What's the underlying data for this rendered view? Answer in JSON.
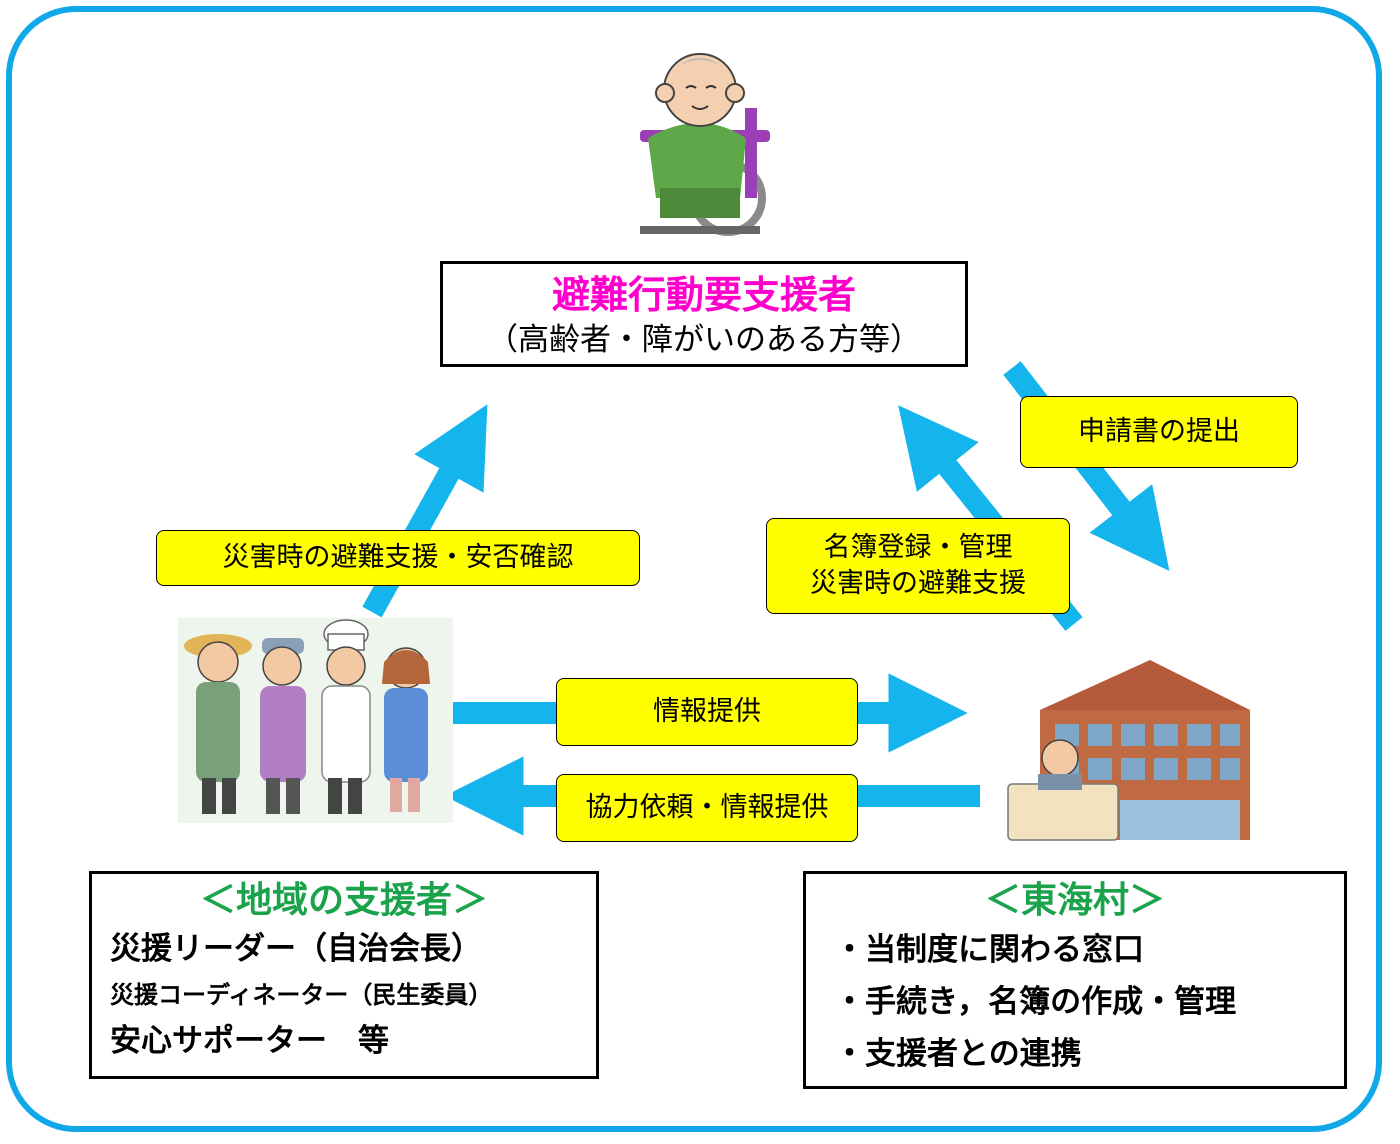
{
  "colors": {
    "frame": "#10a8e8",
    "arrow": "#14b4ec",
    "label_bg": "#ffff00",
    "pink_title": "#ff00cc",
    "green_title": "#1aa34a"
  },
  "top_box": {
    "title": "避難行動要支援者",
    "subtitle": "（高齢者・障がいのある方等）"
  },
  "left_box": {
    "title": "＜地域の支援者＞",
    "lines": [
      "災援リーダー（自治会長）",
      "災援コーディネーター（民生委員）",
      "安心サポーター　等"
    ]
  },
  "right_box": {
    "title": "＜東海村＞",
    "lines": [
      "・当制度に関わる窓口",
      "・手続き，名簿の作成・管理",
      "・支援者との連携"
    ]
  },
  "arrow_labels": {
    "support_to_person": "災害時の避難支援・安否確認",
    "application": "申請書の提出",
    "registry": [
      "名簿登録・管理",
      "災害時の避難支援"
    ],
    "info_provide": "情報提供",
    "coop_request": "協力依頼・情報提供"
  },
  "illustrations": {
    "person": "wheelchair-elderly-icon",
    "supporters": "community-group-icon",
    "village": "village-office-icon"
  }
}
